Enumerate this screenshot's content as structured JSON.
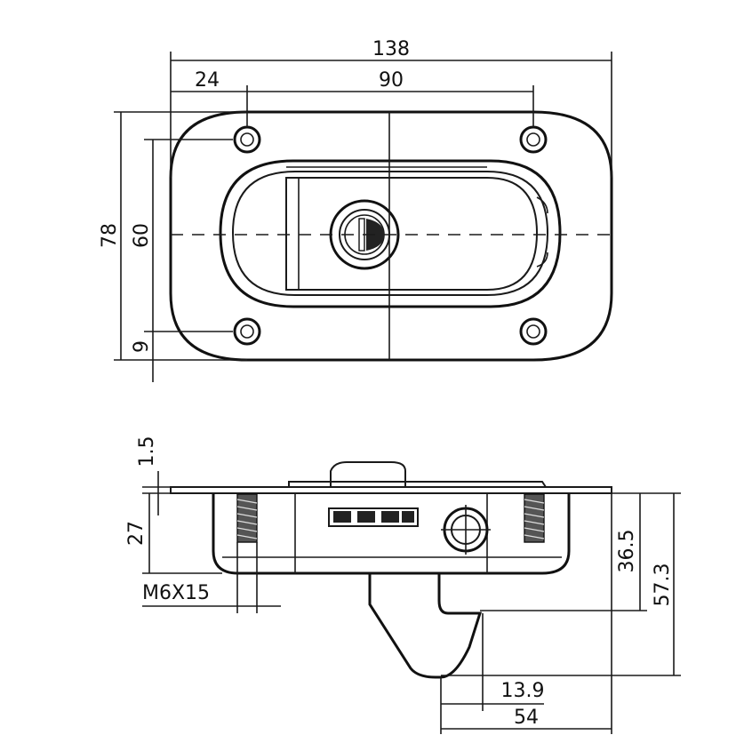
{
  "top_view": {
    "dimensions": {
      "overall_width": "138",
      "hole_offset": "24",
      "hole_spacing_x": "90",
      "overall_height": "78",
      "hole_spacing_y": "60",
      "hole_edge_offset": "9"
    }
  },
  "side_view": {
    "dimensions": {
      "flange_thickness": "1.5",
      "body_depth": "27",
      "thread": "M6X15",
      "cam_drop": "36.5",
      "total_depth": "57.3",
      "cam_width": "13.9",
      "cam_reach": "54"
    }
  }
}
